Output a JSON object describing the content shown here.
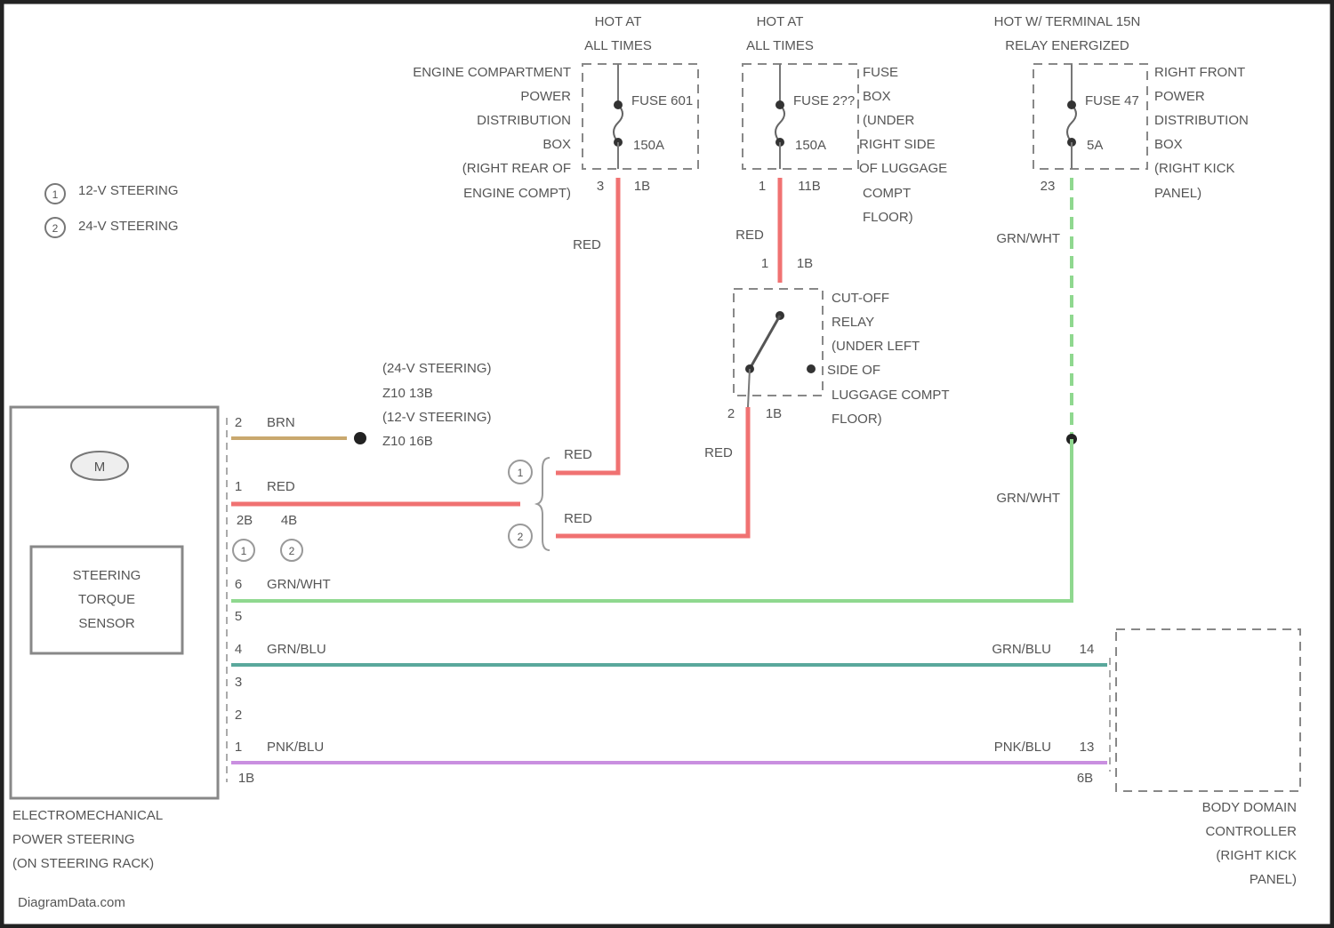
{
  "legend": {
    "item1_num": "1",
    "item1": "12-V STEERING",
    "item2_num": "2",
    "item2": "24-V STEERING"
  },
  "fuse1": {
    "hot": [
      "HOT AT",
      "ALL TIMES"
    ],
    "name": "FUSE 601",
    "rating": "150A",
    "pin": "3",
    "conn": "1B",
    "box": [
      "ENGINE COMPARTMENT",
      "POWER",
      "DISTRIBUTION",
      "BOX",
      "(RIGHT REAR OF",
      "ENGINE COMPT)"
    ]
  },
  "fuse2": {
    "hot": [
      "HOT AT",
      "ALL TIMES"
    ],
    "name": "FUSE 2??",
    "rating": "150A",
    "pin": "1",
    "conn": "11B",
    "box": [
      "FUSE",
      "BOX",
      "(UNDER",
      "RIGHT SIDE",
      "OF LUGGAGE",
      "COMPT",
      "FLOOR)"
    ]
  },
  "fuse3": {
    "hot": [
      "HOT W/ TERMINAL 15N",
      "RELAY ENERGIZED"
    ],
    "name": "FUSE 47",
    "rating": "5A",
    "pin": "23",
    "box": [
      "RIGHT FRONT",
      "POWER",
      "DISTRIBUTION",
      "BOX",
      "(RIGHT KICK",
      "PANEL)"
    ]
  },
  "relay": {
    "top_pin": "1",
    "top_conn": "1B",
    "bottom_pin": "2",
    "bottom_conn": "1B",
    "label": [
      "CUT-OFF",
      "RELAY",
      "(UNDER LEFT",
      "SIDE OF",
      "LUGGAGE COMPT",
      "FLOOR)"
    ]
  },
  "wires": {
    "red1": "RED",
    "red2": "RED",
    "red3": "RED",
    "red4": "RED",
    "red5": "RED",
    "grnwht1": "GRN/WHT",
    "grnwht2": "GRN/WHT"
  },
  "splice": [
    "(24-V STEERING)",
    "Z10 13B",
    "(12-V STEERING)",
    "Z10 16B"
  ],
  "eps": {
    "pins": [
      {
        "num": "2",
        "wire": "BRN"
      },
      {
        "num": "1",
        "wire": "RED"
      },
      {
        "num": "6",
        "wire": "GRN/WHT"
      },
      {
        "num": "5",
        "wire": ""
      },
      {
        "num": "4",
        "wire": "GRN/BLU"
      },
      {
        "num": "3",
        "wire": ""
      },
      {
        "num": "2",
        "wire": ""
      },
      {
        "num": "1",
        "wire": "PNK/BLU"
      }
    ],
    "conn_a": "2B",
    "conn_b": "4B",
    "conn_bottom": "1B",
    "motor": "M",
    "sensor": [
      "STEERING",
      "TORQUE",
      "SENSOR"
    ],
    "label": [
      "ELECTROMECHANICAL",
      "POWER STEERING",
      "(ON STEERING RACK)"
    ]
  },
  "bdc": {
    "wire1": "GRN/BLU",
    "pin1": "14",
    "wire2": "PNK/BLU",
    "pin2": "13",
    "conn": "6B",
    "label": [
      "BODY DOMAIN",
      "CONTROLLER",
      "(RIGHT KICK",
      "PANEL)"
    ]
  },
  "watermark": "DiagramData.com",
  "colors": {
    "red": "#f07272",
    "grn_wht": "#8fd88f",
    "grn_blu": "#5aa89c",
    "pnk_blu": "#c98fe0",
    "brn": "#c9a86e"
  }
}
